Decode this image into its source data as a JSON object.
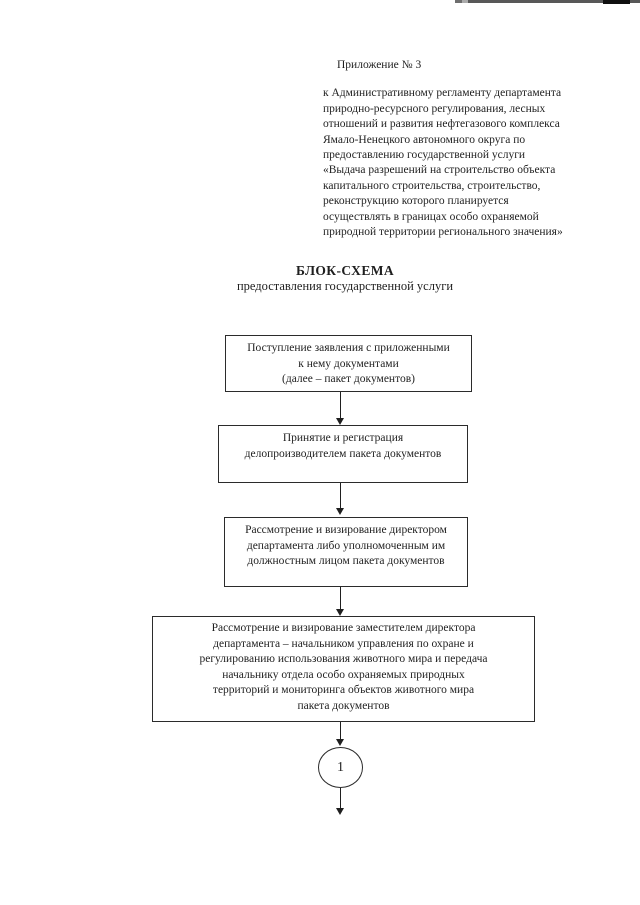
{
  "document": {
    "annex_label": "Приложение № 3",
    "regulation_reference": "к Административному регламенту департамента\nприродно-ресурсного регулирования, лесных\nотношений и развития нефтегазового комплекса\nЯмало-Ненецкого автономного округа по\nпредоставлению государственной услуги\n«Выдача разрешений на строительство объекта\nкапитального строительства, строительство,\nреконструкцию которого планируется\nосуществлять в границах особо охраняемой\nприродной территории регионального значения»",
    "title": "БЛОК-СХЕМА",
    "subtitle": "предоставления государственной услуги"
  },
  "flowchart": {
    "steps": [
      "Поступление заявления с приложенными\nк нему документами\n(далее – пакет документов)",
      "Принятие и регистрация\nделопроизводителем пакета документов",
      "Рассмотрение и визирование директором\nдепартамента либо уполномоченным им\nдолжностным лицом пакета документов",
      "Рассмотрение и визирование заместителем директора\nдепартамента – начальником управления по охране и\nрегулированию использования животного мира и передача\nначальнику отдела особо охраняемых природных\nтерриторий и мониторинга объектов животного мира\nпакета документов"
    ],
    "offpage_connector": "1",
    "colors": {
      "background": "#ffffff",
      "border": "#2b2b2b",
      "text": "#1f1f1f"
    }
  }
}
